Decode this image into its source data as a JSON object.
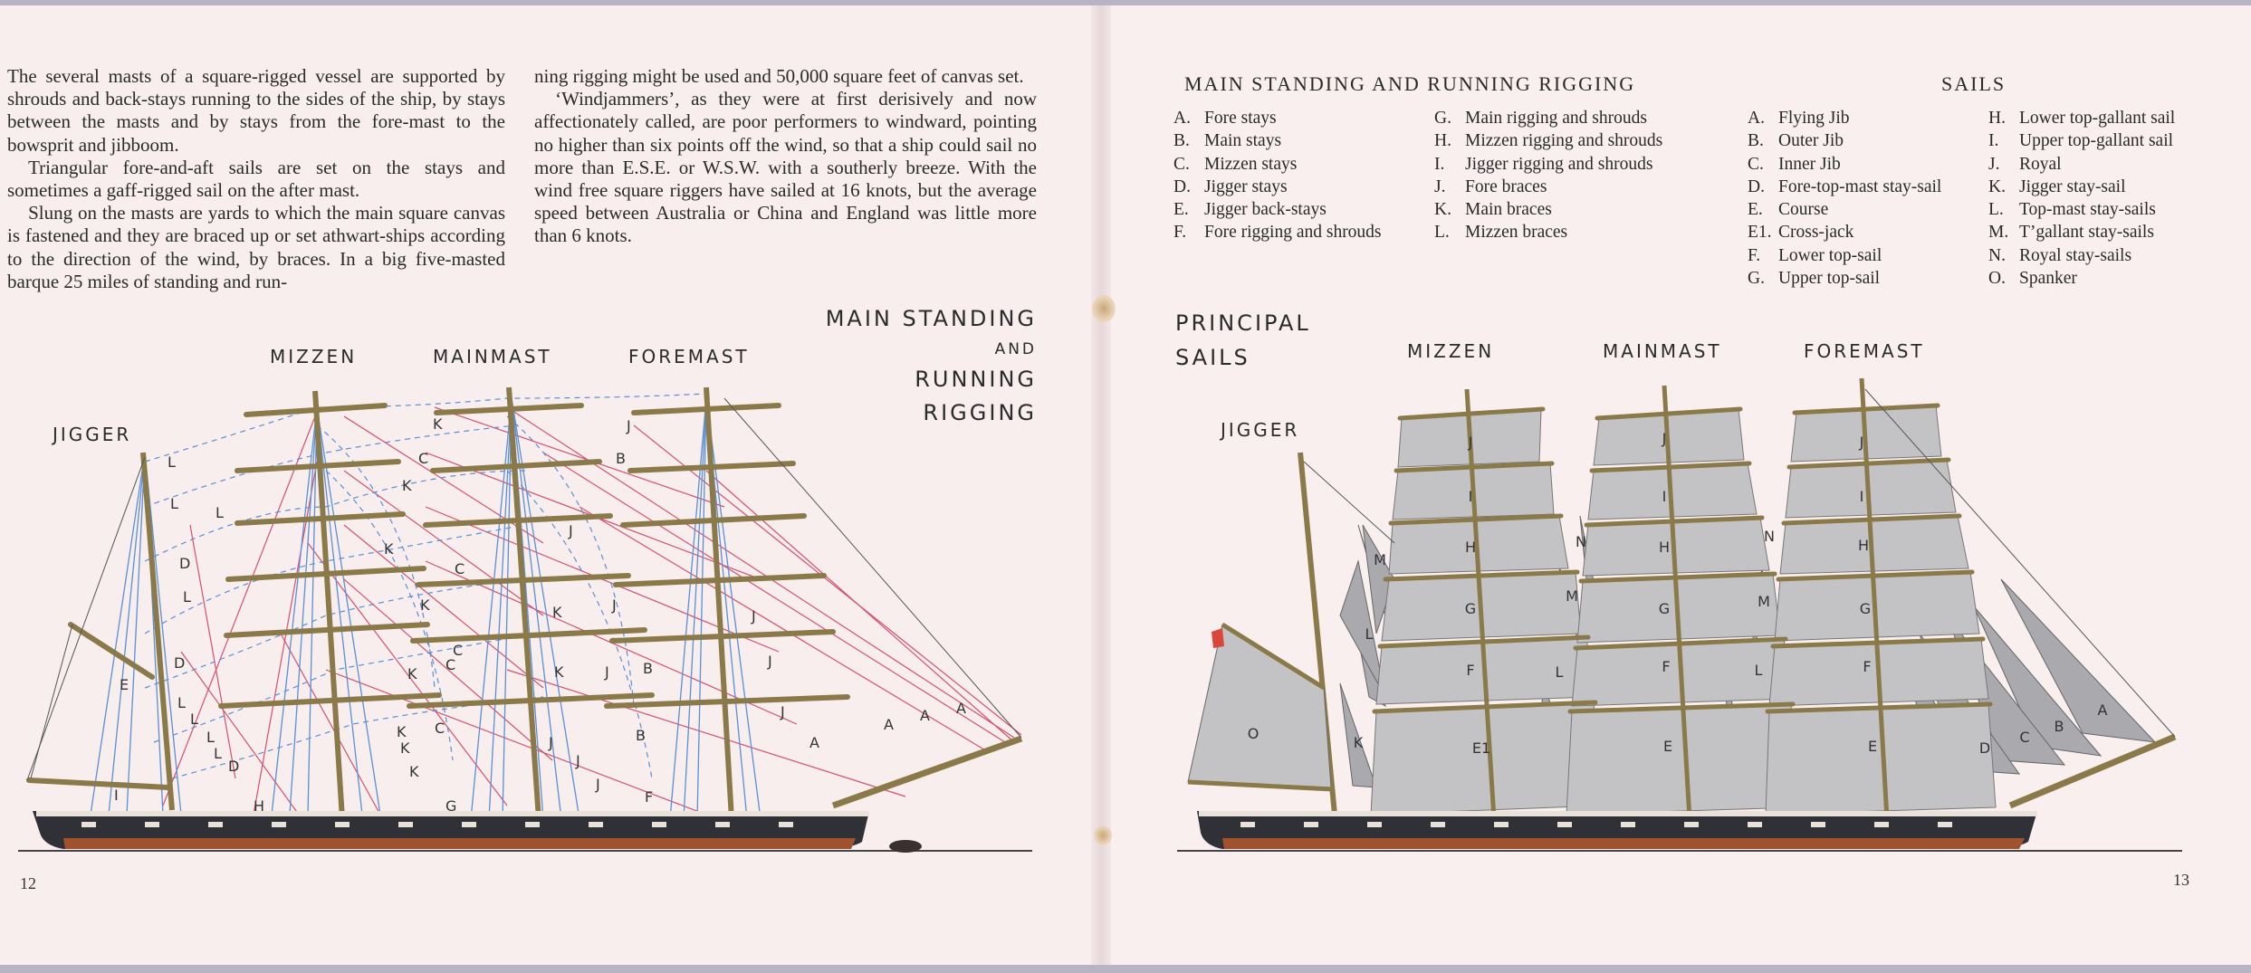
{
  "left_page": {
    "text_col1": [
      "The several masts of a square-rigged vessel are supported by shrouds and back-stays running to the sides of the ship, by stays between the masts and by stays from the fore-mast to the bowsprit and jibboom.",
      "Triangular fore-and-aft sails are set on the stays and sometimes a gaff-rigged sail on the after mast.",
      "Slung on the masts are yards to which the main square canvas is fastened and they are braced up or set athwart-ships according to the direction of the wind, by braces. In a big five-masted barque 25 miles of standing and run-"
    ],
    "text_col2": [
      "ning rigging might be used and 50,000 square feet of canvas set.",
      "‘Windjammers’, as they were at first derisively and now affectionately called, are poor performers to windward, pointing no higher than six points off the wind, so that a ship could sail no more than E.S.E. or W.S.W. with a southerly breeze. With the wind free square riggers have sailed at 16 knots, but the average speed between Australia or China and England was little more than 6 knots."
    ],
    "figure_title": [
      "MAIN STANDING",
      "AND",
      "RUNNING",
      "RIGGING"
    ],
    "mast_labels": {
      "jigger": "JIGGER",
      "mizzen": "MIZZEN",
      "mainmast": "MAINMAST",
      "foremast": "FOREMAST"
    },
    "rig_letters": [
      "K",
      "C",
      "K",
      "K",
      "C",
      "K",
      "K",
      "C",
      "K",
      "C",
      "K",
      "K",
      "K",
      "J",
      "B",
      "J",
      "C",
      "K",
      "J",
      "J",
      "B",
      "J",
      "J",
      "B",
      "J",
      "J",
      "J",
      "F",
      "G",
      "H",
      "I",
      "E",
      "D",
      "D",
      "D",
      "L",
      "L",
      "L",
      "L",
      "L",
      "L",
      "L",
      "L",
      "A",
      "A",
      "A",
      "A",
      "J"
    ],
    "page_number": "12"
  },
  "right_page": {
    "legend_rigging_title": "MAIN STANDING AND RUNNING RIGGING",
    "legend_sails_title": "SAILS",
    "rigging_col1": [
      {
        "key": "A.",
        "label": "Fore stays"
      },
      {
        "key": "B.",
        "label": "Main stays"
      },
      {
        "key": "C.",
        "label": "Mizzen stays"
      },
      {
        "key": "D.",
        "label": "Jigger stays"
      },
      {
        "key": "E.",
        "label": "Jigger back-stays"
      },
      {
        "key": "F.",
        "label": "Fore rigging and shrouds"
      }
    ],
    "rigging_col2": [
      {
        "key": "G.",
        "label": "Main rigging and shrouds"
      },
      {
        "key": "H.",
        "label": "Mizzen rigging and shrouds"
      },
      {
        "key": "I.",
        "label": "Jigger rigging and shrouds"
      },
      {
        "key": "J.",
        "label": "Fore braces"
      },
      {
        "key": "K.",
        "label": "Main braces"
      },
      {
        "key": "L.",
        "label": "Mizzen braces"
      }
    ],
    "sails_col1": [
      {
        "key": "A.",
        "label": "Flying Jib"
      },
      {
        "key": "B.",
        "label": "Outer Jib"
      },
      {
        "key": "C.",
        "label": "Inner Jib"
      },
      {
        "key": "D.",
        "label": "Fore-top-mast stay-sail"
      },
      {
        "key": "E.",
        "label": "Course"
      },
      {
        "key": "E1.",
        "label": "Cross-jack"
      },
      {
        "key": "F.",
        "label": "Lower top-sail"
      },
      {
        "key": "G.",
        "label": "Upper top-sail"
      }
    ],
    "sails_col2": [
      {
        "key": "H.",
        "label": "Lower top-gallant sail"
      },
      {
        "key": "I.",
        "label": "Upper top-gallant sail"
      },
      {
        "key": "J.",
        "label": "Royal"
      },
      {
        "key": "K.",
        "label": "Jigger stay-sail"
      },
      {
        "key": "L.",
        "label": "Top-mast stay-sails"
      },
      {
        "key": "M.",
        "label": "T’gallant stay-sails"
      },
      {
        "key": "N.",
        "label": "Royal stay-sails"
      },
      {
        "key": "O.",
        "label": "Spanker"
      }
    ],
    "figure_title": [
      "PRINCIPAL",
      "SAILS"
    ],
    "mast_labels": {
      "jigger": "JIGGER",
      "mizzen": "MIZZEN",
      "mainmast": "MAINMAST",
      "foremast": "FOREMAST"
    },
    "sail_letters": {
      "J": "J",
      "I": "I",
      "H": "H",
      "G": "G",
      "F": "F",
      "E": "E",
      "E1": "E1",
      "M": "M",
      "L": "L",
      "K": "K",
      "N": "N",
      "O": "O",
      "D": "D",
      "C": "C",
      "B": "B",
      "A": "A"
    },
    "page_number": "13"
  },
  "colors": {
    "paper": "#f8eeee",
    "hull_dark": "#3a3a3a",
    "hull_red": "#a0522d",
    "blue_rig": "#5b8fd6",
    "red_rig": "#d6506e",
    "sail_grey": "#c3c3c6",
    "spar": "#8a7a4a"
  }
}
